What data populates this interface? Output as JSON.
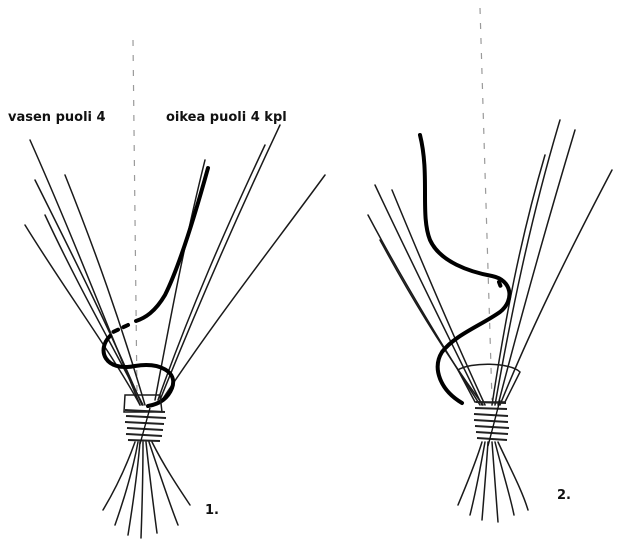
{
  "labels": {
    "left_side": "vasen puoli 4",
    "right_side": "oikea puoli 4 kpl"
  },
  "steps": {
    "step1": "1.",
    "step2": "2."
  },
  "colors": {
    "ink": "#000000",
    "guide": "#9a9a9a",
    "background": "#ffffff"
  }
}
